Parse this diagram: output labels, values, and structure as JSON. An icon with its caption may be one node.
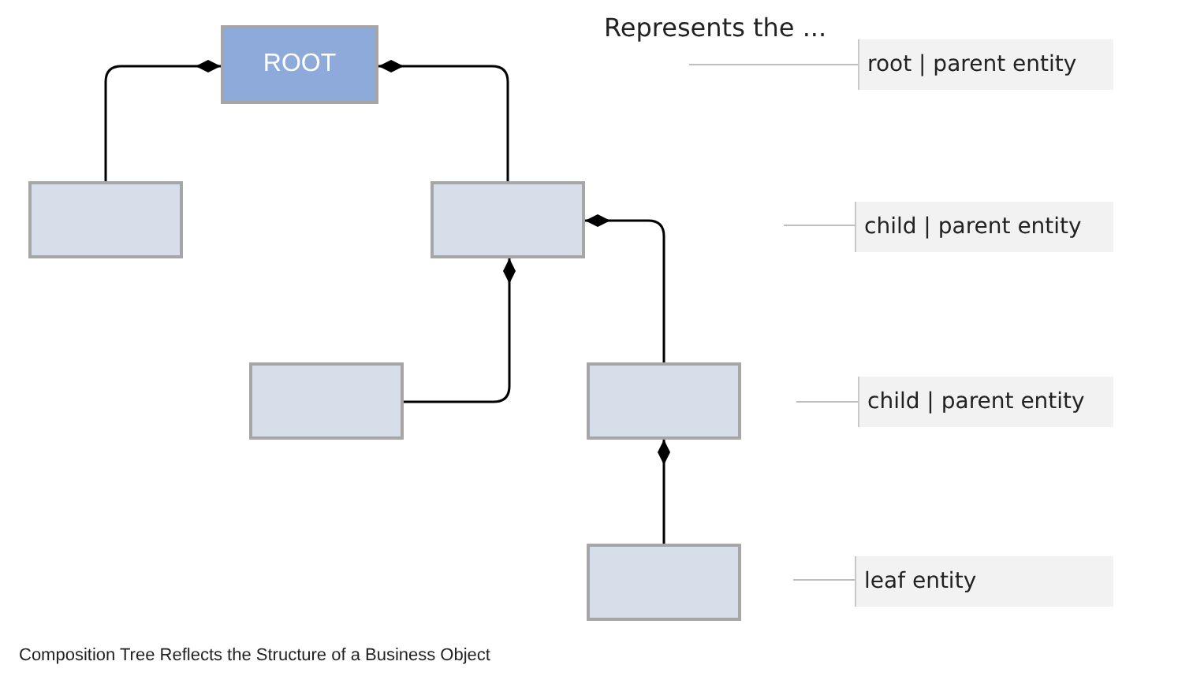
{
  "diagram": {
    "caption": "Composition Tree Reflects the Structure of a Business Object",
    "nodes": [
      {
        "text": [
          "ROOT"
        ]
      },
      {
        "text": [],
        "shape": "box"
      },
      {
        "text": [],
        "shape": "box"
      },
      {
        "text": [],
        "shape": "box"
      },
      {
        "text": [],
        "shape": "box"
      },
      {
        "text": [],
        "shape": "box"
      },
      {
        "text": [
          "root | parent entity"
        ]
      },
      {
        "text": [
          "child | parent entity"
        ]
      },
      {
        "text": [
          "child | parent entity"
        ]
      },
      {
        "text": [
          "leaf entity"
        ]
      }
    ],
    "edges": [
      {
        "from": 1,
        "to": 0,
        "arrow": "other"
      },
      {
        "from": 2,
        "to": 0,
        "arrow": "other"
      },
      {
        "from": 3,
        "to": 2,
        "arrow": "other"
      },
      {
        "from": 4,
        "to": 2,
        "arrow": "other"
      },
      {
        "from": 5,
        "to": 4,
        "arrow": "other"
      },
      {
        "from": null,
        "to": 6,
        "arrow": "none",
        "color": "#bfbfbf"
      },
      {
        "from": null,
        "to": 7,
        "arrow": "none",
        "color": "#bfbfbf"
      },
      {
        "from": null,
        "to": 8,
        "arrow": "none",
        "color": "#bfbfbf"
      },
      {
        "from": null,
        "to": 9,
        "arrow": "none",
        "color": "#bfbfbf"
      }
    ],
    "labels": [
      "Represents the ..."
    ]
  }
}
